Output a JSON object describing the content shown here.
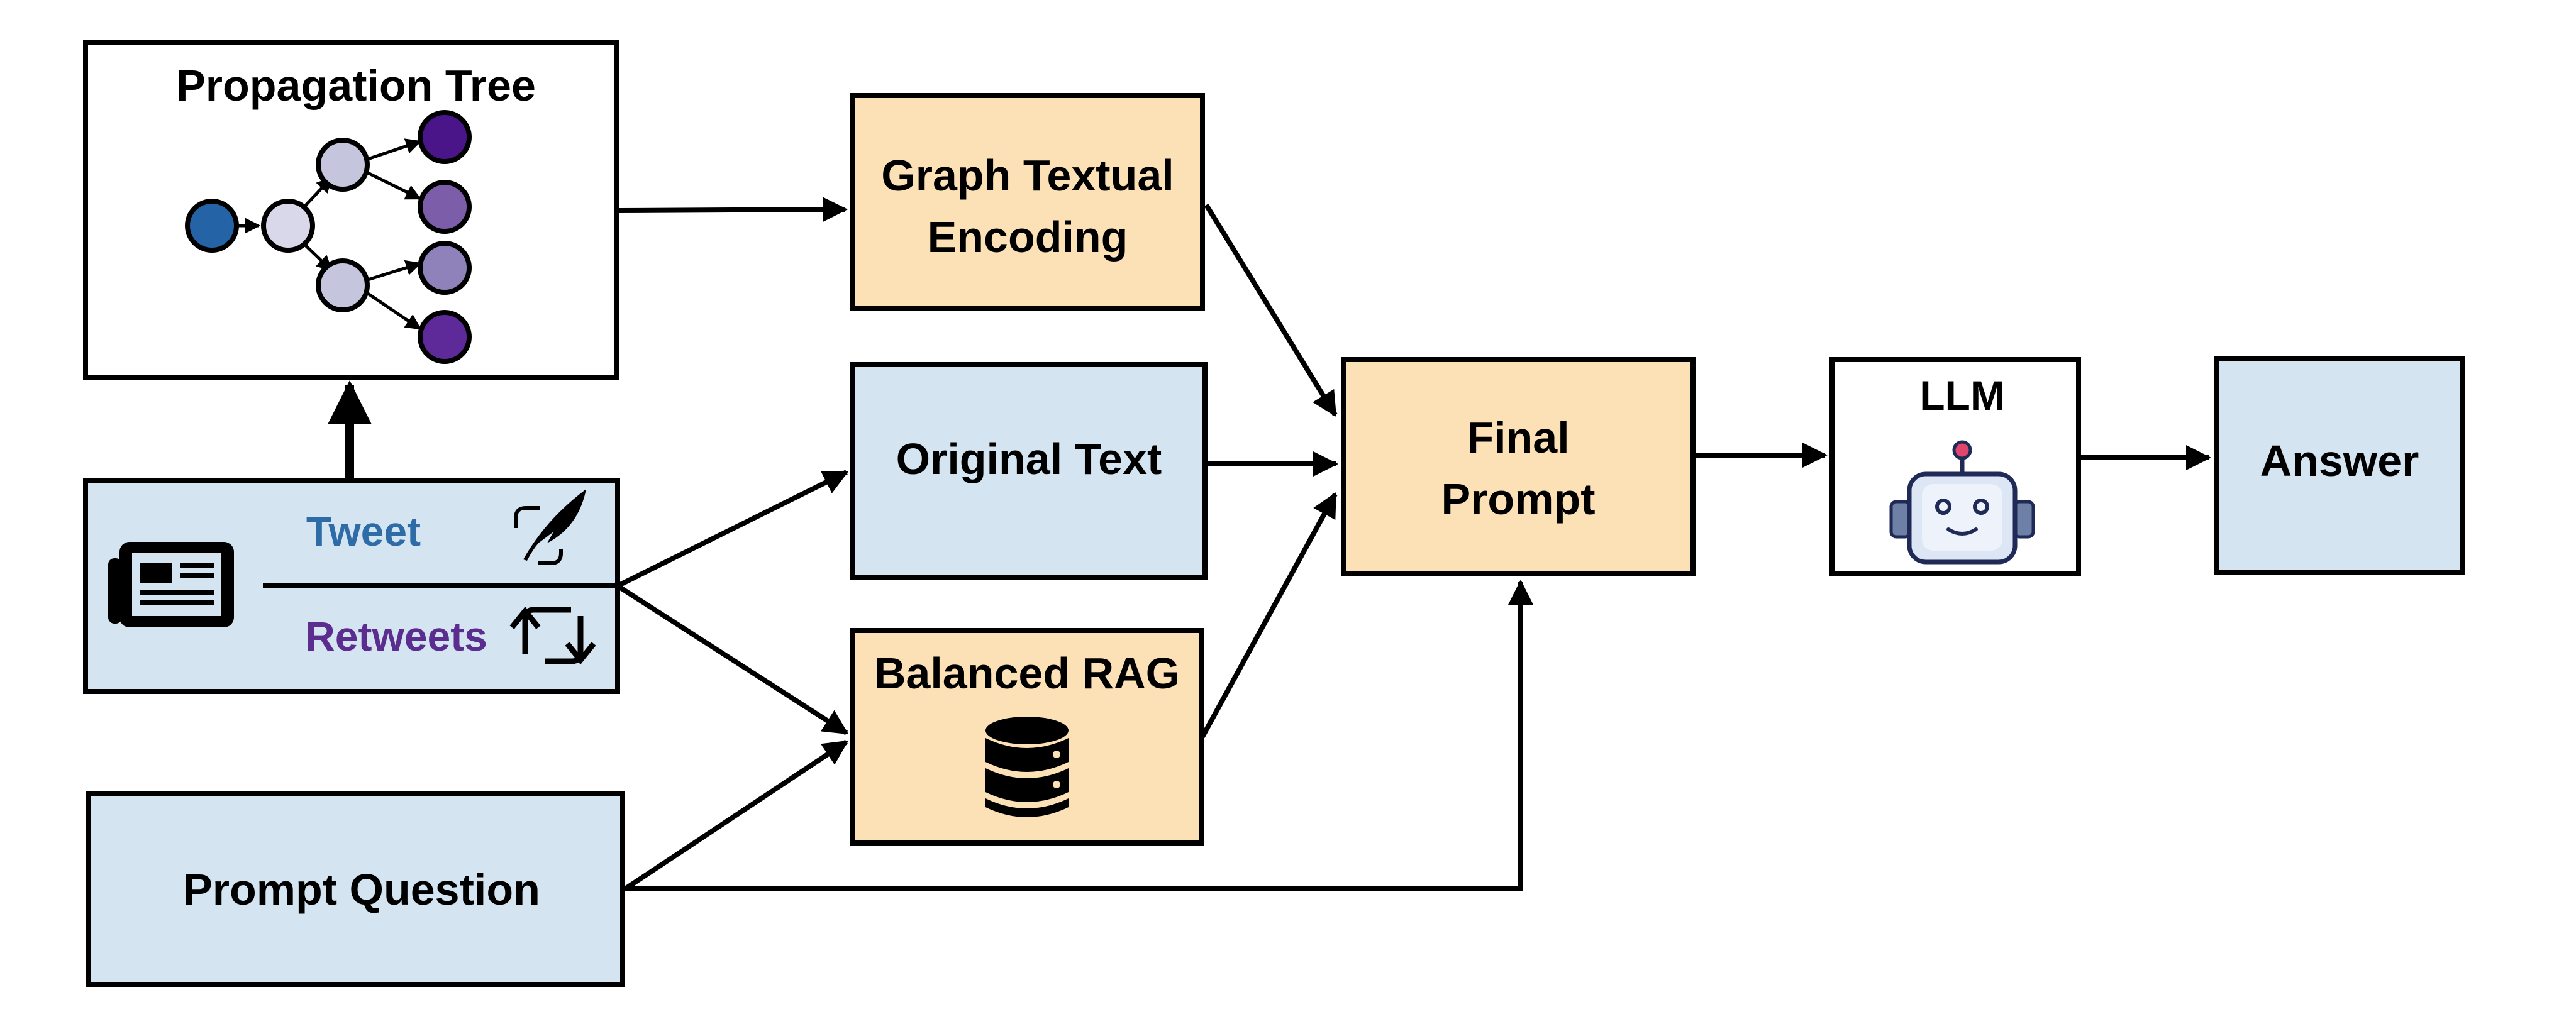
{
  "colors": {
    "peach": "#FCE0B6",
    "light_blue": "#D4E4F1",
    "white": "#FFFFFF",
    "tweet_blue": "#2E6CA8",
    "retweet_purple": "#5B2D8E",
    "node_root": "#2463A6",
    "node_light": "#C5C5DE",
    "node_dark_purple": "#4A1589",
    "node_mid_purple": "#7B5DAA",
    "node_soft_purple": "#8F81B9",
    "node_deep_purple": "#5E2A99"
  },
  "propagation_tree": {
    "title": "Propagation Tree"
  },
  "graph_encoding": {
    "line1": "Graph Textual",
    "line2": "Encoding"
  },
  "original_text": {
    "label": "Original Text"
  },
  "balanced_rag": {
    "label": "Balanced RAG",
    "icon": "database-icon"
  },
  "input": {
    "tweet": "Tweet",
    "retweets": "Retweets",
    "news_icon": "newspaper-icon",
    "feather_icon": "feather-icon",
    "retweet_icon": "retweet-icon"
  },
  "prompt_question": {
    "label": "Prompt Question"
  },
  "final_prompt": {
    "line1": "Final",
    "line2": "Prompt"
  },
  "llm": {
    "label": "LLM",
    "icon": "robot-icon"
  },
  "answer": {
    "label": "Answer"
  }
}
